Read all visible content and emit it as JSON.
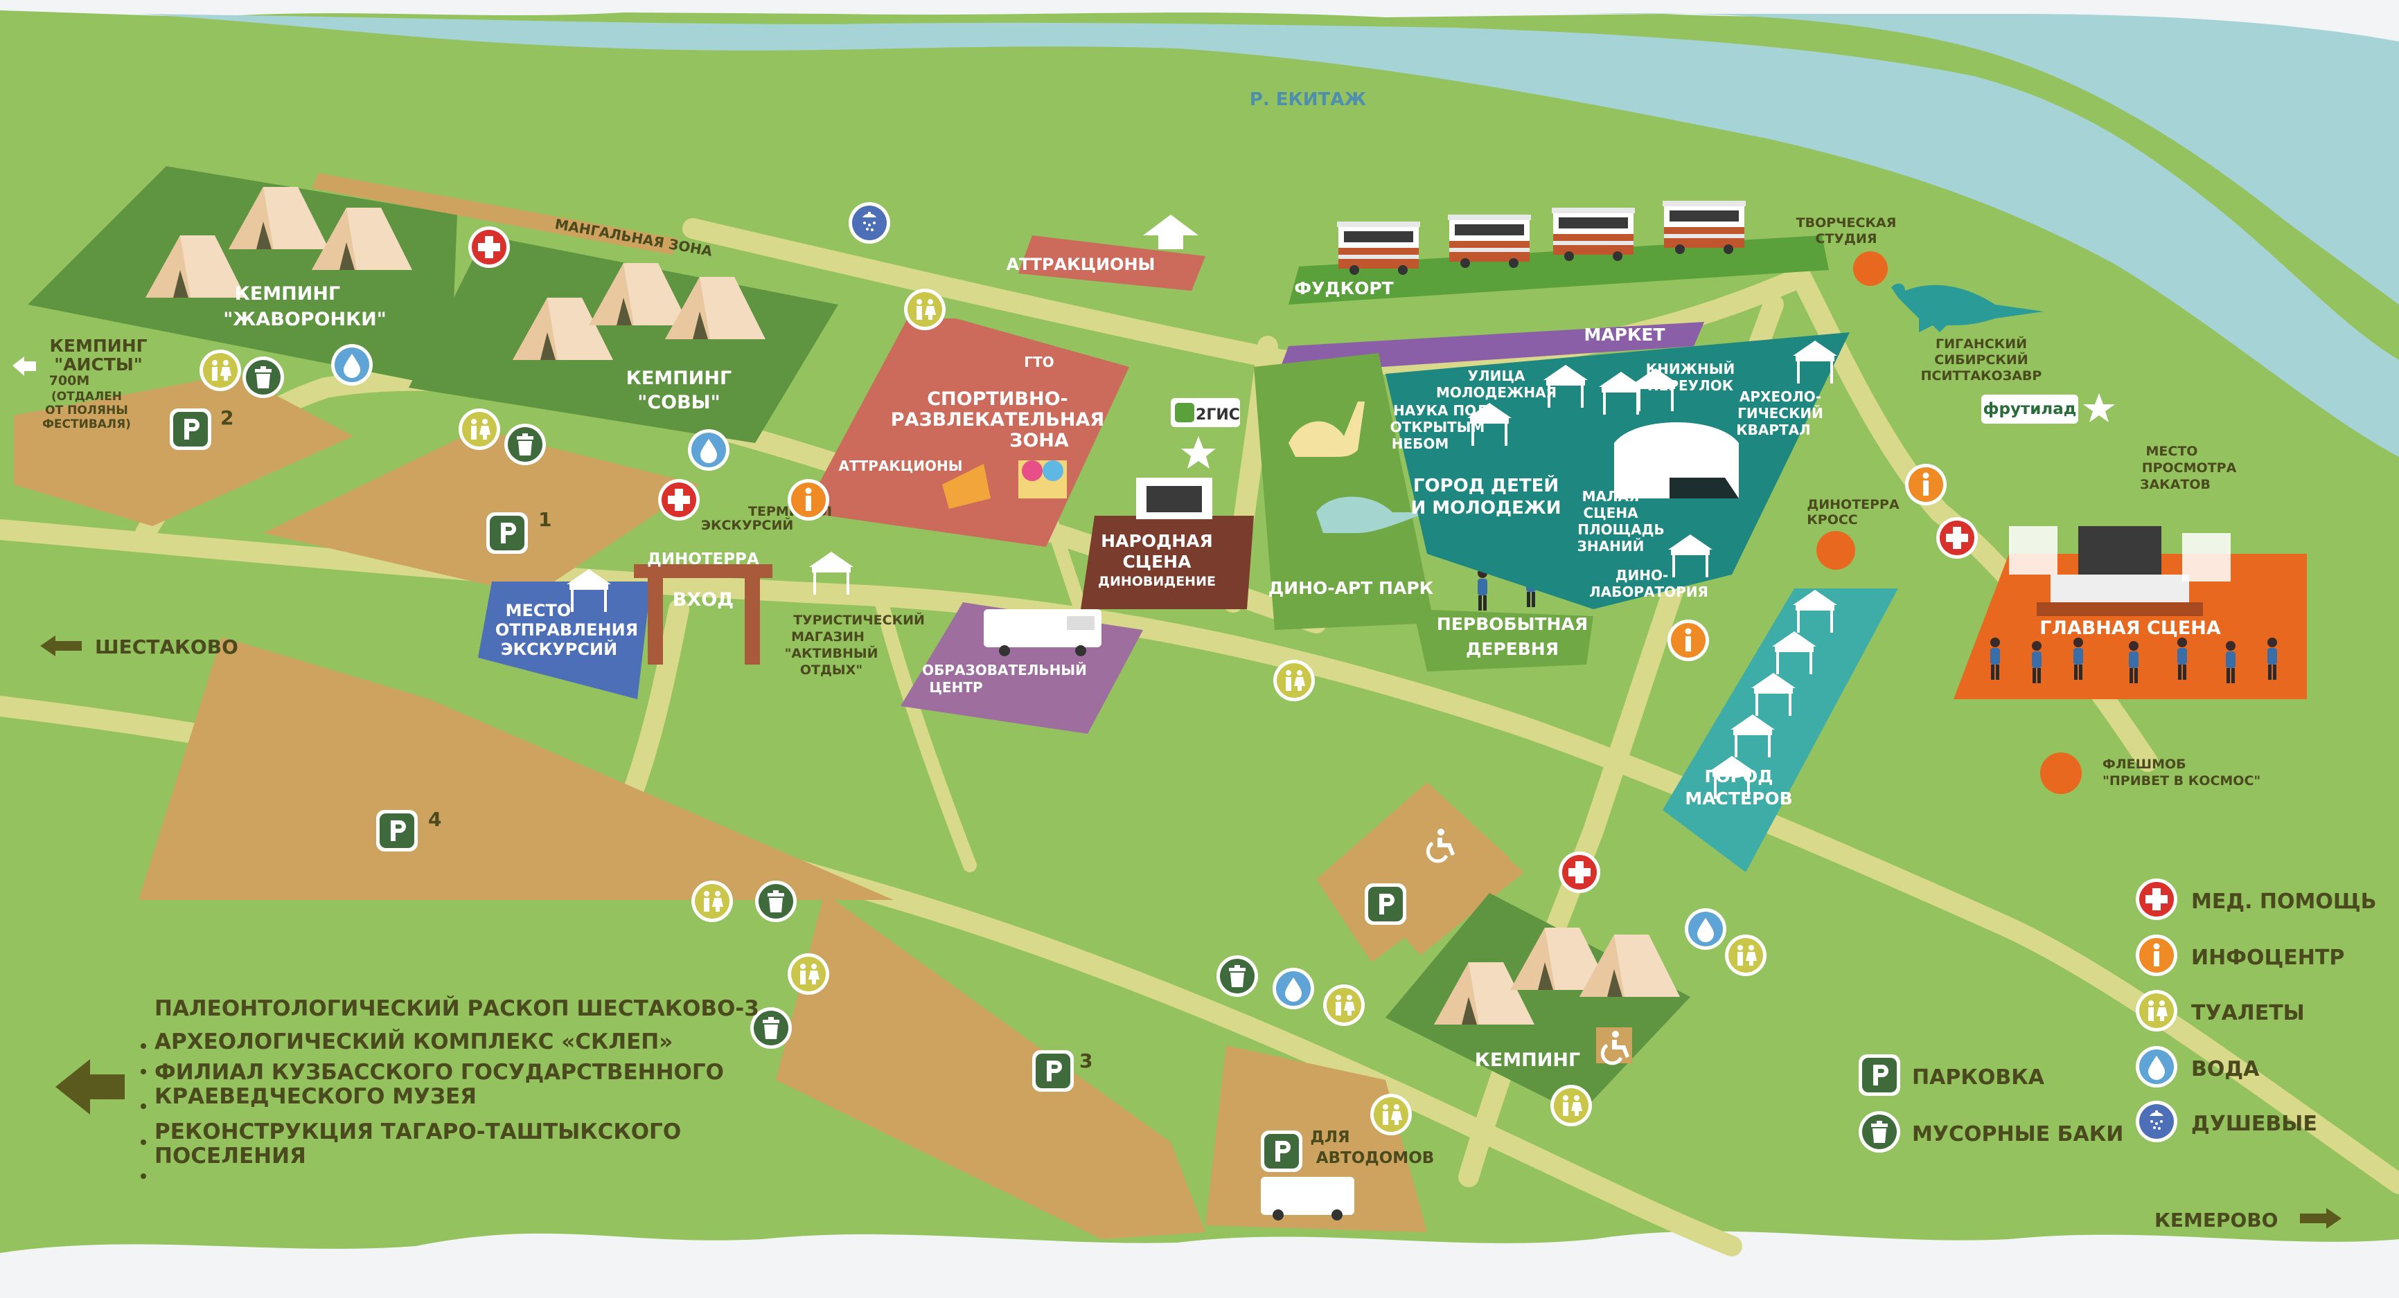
{
  "river": {
    "label": "Р. ЕКИТАЖ"
  },
  "zones": {
    "camp_zhavoronki": [
      "КЕМПИНГ",
      "\"ЖАВОРОНКИ\""
    ],
    "camp_sovy": [
      "КЕМПИНГ",
      "\"СОВЫ\""
    ],
    "camp_aisty": {
      "lines": [
        "КЕМПИНГ",
        "\"АИСТЫ\""
      ],
      "distance": "700М",
      "note": [
        "(ОТДАЛЕН",
        "ОТ ПОЛЯНЫ",
        "ФЕСТИВАЛЯ)"
      ]
    },
    "mangal": "МАНГАЛЬНАЯ ЗОНА",
    "attractions_top": "АТТРАКЦИОНЫ",
    "foodcourt": "ФУДКОРТ",
    "market": "МАРКЕТ",
    "sport": {
      "lines": [
        "СПОРТИВНО-",
        "РАЗВЛЕКАТЕЛЬНАЯ",
        "ЗОНА"
      ],
      "gto": "ГТО",
      "attractions": "АТТРАКЦИОНЫ"
    },
    "kids_city": {
      "title": [
        "ГОРОД ДЕТЕЙ",
        "И МОЛОДЕЖИ"
      ],
      "molodezhnaya": [
        "УЛИЦА",
        "МОЛОДЕЖНАЯ"
      ],
      "knizhny": [
        "КНИЖНЫЙ",
        "ПЕРЕУЛОК"
      ],
      "nauka": [
        "НАУКА ПОД",
        "ОТКРЫТЫМ",
        "НЕБОМ"
      ],
      "arch": [
        "АРХЕОЛО-",
        "ГИЧЕСКИЙ",
        "КВАРТАЛ"
      ],
      "malaya": [
        "МАЛАЯ",
        "СЦЕНА"
      ],
      "ploshad": [
        "ПЛОЩАДЬ",
        "ЗНАНИЙ"
      ],
      "lab": [
        "ДИНО-",
        "ЛАБОРАТОРИЯ"
      ]
    },
    "creative": [
      "ТВОРЧЕСКАЯ",
      "СТУДИЯ"
    ],
    "dino": [
      "ГИГАНСКИЙ",
      "СИБИРСКИЙ",
      "ПСИТТАКОЗАВР"
    ],
    "brand": "фрутилад",
    "sunset": [
      "МЕСТО",
      "ПРОСМОТРА",
      "ЗАКАТОВ"
    ],
    "gis": "2ГИС",
    "folk_stage": [
      "НАРОДНАЯ",
      "СЦЕНА"
    ],
    "folk_stage_sub": "ДИНОВИДЕНИЕ",
    "dino_art": "ДИНО-АРТ ПАРК",
    "primitive": [
      "ПЕРВОБЫТНАЯ",
      "ДЕРЕВНЯ"
    ],
    "dino_cross": [
      "ДИНОТЕРРА",
      "КРОСС"
    ],
    "main_stage": "ГЛАВНАЯ СЦЕНА",
    "masters": [
      "ГОРОД",
      "МАСТЕРОВ"
    ],
    "flashmob": [
      "ФЛЕШМОБ",
      "\"ПРИВЕТ В КОСМОС\""
    ],
    "terminal": [
      "ТЕРМИНАЛ",
      "ЭКСКУРСИЙ"
    ],
    "gate_sign": "ДИНОТЕРРА",
    "entrance": "ВХОД",
    "excursions": [
      "МЕСТО",
      "ОТПРАВЛЕНИЯ",
      "ЭКСКУРСИЙ"
    ],
    "shop": [
      "ТУРИСТИЧЕСКИЙ",
      "МАГАЗИН",
      "\"АКТИВНЫЙ",
      "ОТДЫХ\""
    ],
    "edu": [
      "ОБРАЗОВАТЕЛЬНЫЙ",
      "ЦЕНТР"
    ],
    "camp_bottom": "КЕМПИНГ",
    "rv": [
      "ДЛЯ",
      "АВТОДОМОВ"
    ]
  },
  "parking": [
    "1",
    "2",
    "3",
    "4"
  ],
  "directions": {
    "west": "ШЕСТАКОВО",
    "east": "КЕМЕРОВО"
  },
  "destinations": [
    "ПАЛЕОНТОЛОГИЧЕСКИЙ РАСКОП ШЕСТАКОВО-3",
    "АРХЕОЛОГИЧЕСКИЙ КОМПЛЕКС «СКЛЕП»",
    "ФИЛИАЛ КУЗБАССКОГО ГОСУДАРСТВЕННОГО",
    "КРАЕВЕДЧЕСКОГО МУЗЕЯ",
    "РЕКОНСТРУКЦИЯ ТАГАРО-ТАШТЫКСКОГО",
    "ПОСЕЛЕНИЯ"
  ],
  "legend": {
    "med": "МЕД. ПОМОЩЬ",
    "info": "ИНФОЦЕНТР",
    "toilet": "ТУАЛЕТЫ",
    "water": "ВОДА",
    "shower": "ДУШЕВЫЕ",
    "parking": "ПАРКОВКА",
    "trash": "МУСОРНЫЕ БАКИ"
  },
  "colors": {
    "grass": "#93c25e",
    "river": "#a6d4d6",
    "camp": "#5f9440",
    "sport": "#cc6a5c",
    "parking_area": "#cea35f",
    "kids": "#1e8780",
    "masters": "#3fada7",
    "main_stage": "#e8681f",
    "edu": "#9e6e9e",
    "market": "#8b5ea8",
    "folk": "#7a3c2c",
    "med": "#d9302c",
    "info": "#ef8a25",
    "water": "#5fa4d6",
    "shower": "#4d6fb8",
    "icon_green": "#3f6b3c"
  },
  "icons": [
    "med-icon",
    "info-icon",
    "toilet-icon",
    "water-icon",
    "shower-icon",
    "parking-icon",
    "trash-icon",
    "wheelchair-icon"
  ]
}
